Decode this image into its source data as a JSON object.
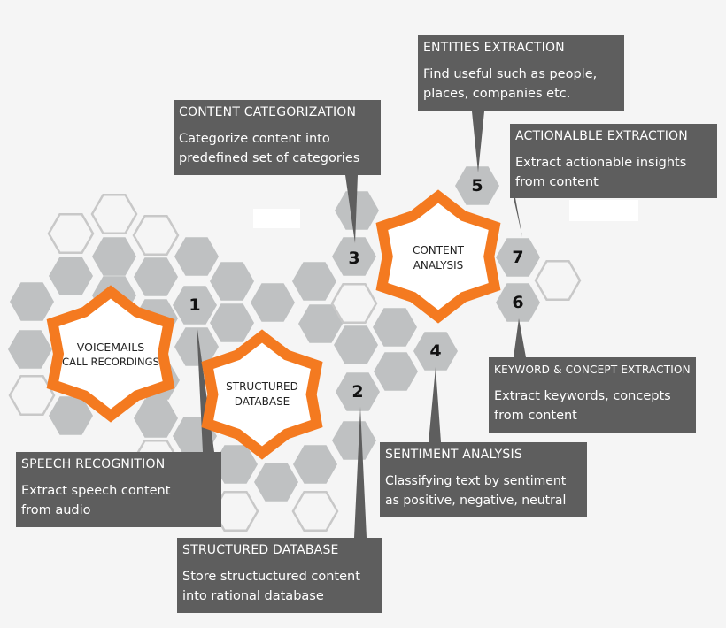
{
  "hubs": {
    "voicemails": {
      "line1": "VOICEMAILS",
      "line2": "CALL RECORDINGS"
    },
    "structured": {
      "line1": "STRUCTURED",
      "line2": "DATABASE"
    },
    "content": {
      "line1": "CONTENT",
      "line2": "ANALYSIS"
    }
  },
  "steps": {
    "s1": "1",
    "s2": "2",
    "s3": "3",
    "s4": "4",
    "s5": "5",
    "s6": "6",
    "s7": "7"
  },
  "callouts": {
    "speech": {
      "title": "SPEECH RECOGNITION",
      "desc1": "Extract speech content",
      "desc2": "from audio"
    },
    "structured_db": {
      "title": "STRUCTURED DATABASE",
      "desc1": "Store structuctured content",
      "desc2": "into rational database"
    },
    "categorization": {
      "title": "CONTENT CATEGORIZATION",
      "desc1": "Categorize content into",
      "desc2": "predefined set of categories"
    },
    "sentiment": {
      "title": "SENTIMENT ANALYSIS",
      "desc1": "Classifying text by sentiment",
      "desc2": "as positive, negative, neutral"
    },
    "entities": {
      "title": "ENTITIES EXTRACTION",
      "desc1": "Find useful such as people,",
      "desc2": "places, companies etc."
    },
    "actionable": {
      "title": "ACTIONALBLE EXTRACTION",
      "desc1": "Extract actionable insights",
      "desc2": "from content"
    },
    "keyword": {
      "title": "KEYWORD & CONCEPT EXTRACTION",
      "desc1": "Extract keywords, concepts",
      "desc2": "from content"
    }
  },
  "colors": {
    "accent": "#f47a20",
    "hex_fill": "#bfc1c2",
    "hex_outline": "#c8c8c8",
    "callout_bg": "#5e5e5e"
  }
}
